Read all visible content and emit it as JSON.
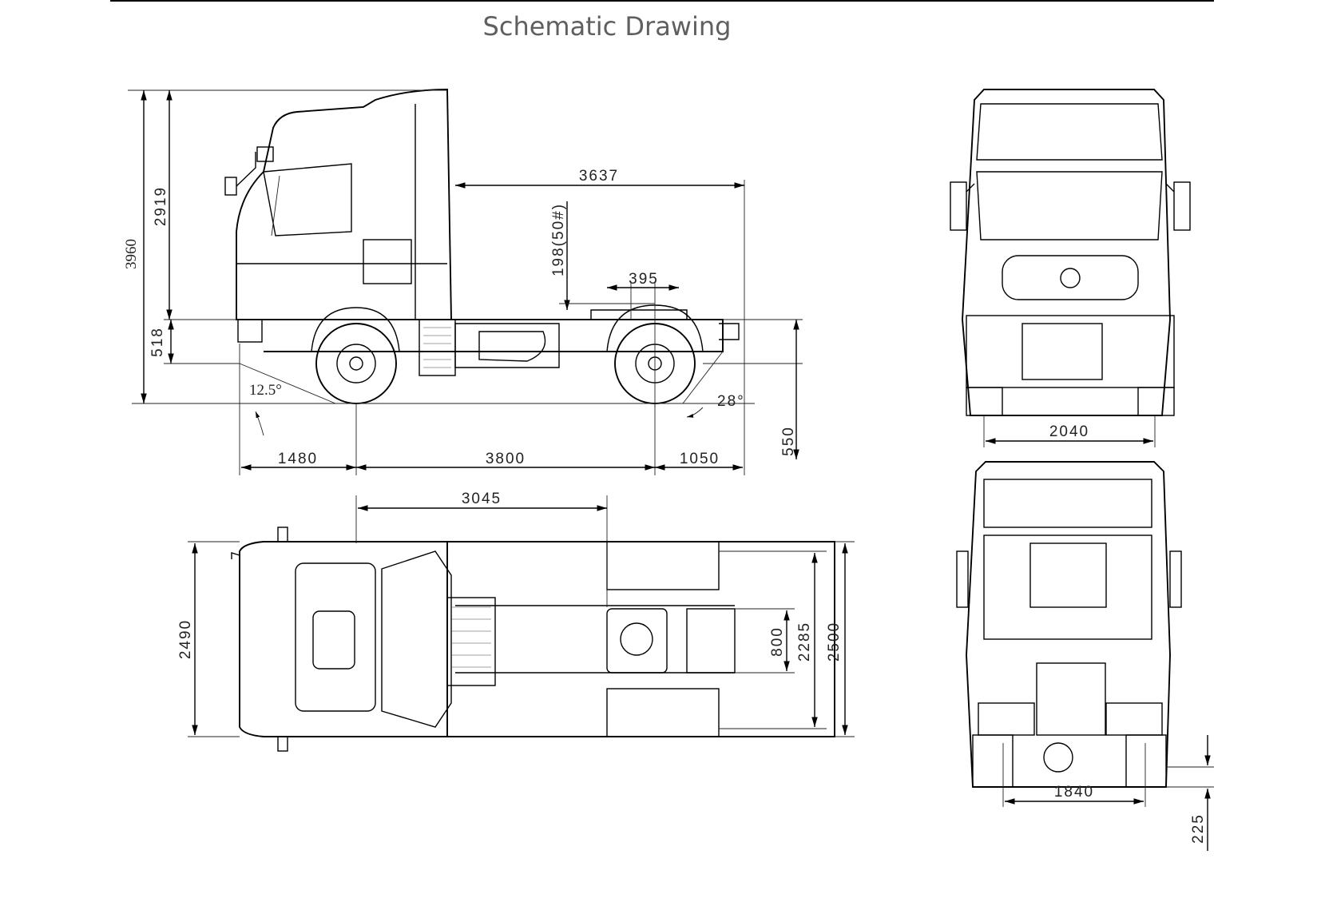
{
  "title": "Schematic Drawing",
  "side_view": {
    "overall_height": "3960",
    "cab_height": "2919",
    "frame_height": "518",
    "approach_angle": "12.5°",
    "departure_angle": "28°",
    "fifth_wheel_to_rear": "3637",
    "fifth_wheel_height": "198(50#)",
    "fifth_wheel_offset": "395",
    "front_overhang": "1480",
    "wheelbase": "3800",
    "rear_overhang": "1050",
    "rear_frame_height": "550"
  },
  "top_view": {
    "fifth_wheel_position": "3045",
    "overall_width": "2490",
    "frame_inner_width": "800",
    "frame_width": "2285",
    "mirror_width": "2500"
  },
  "front_view": {
    "front_track": "2040"
  },
  "rear_view": {
    "rear_track": "1840",
    "ground_clearance": "225"
  }
}
